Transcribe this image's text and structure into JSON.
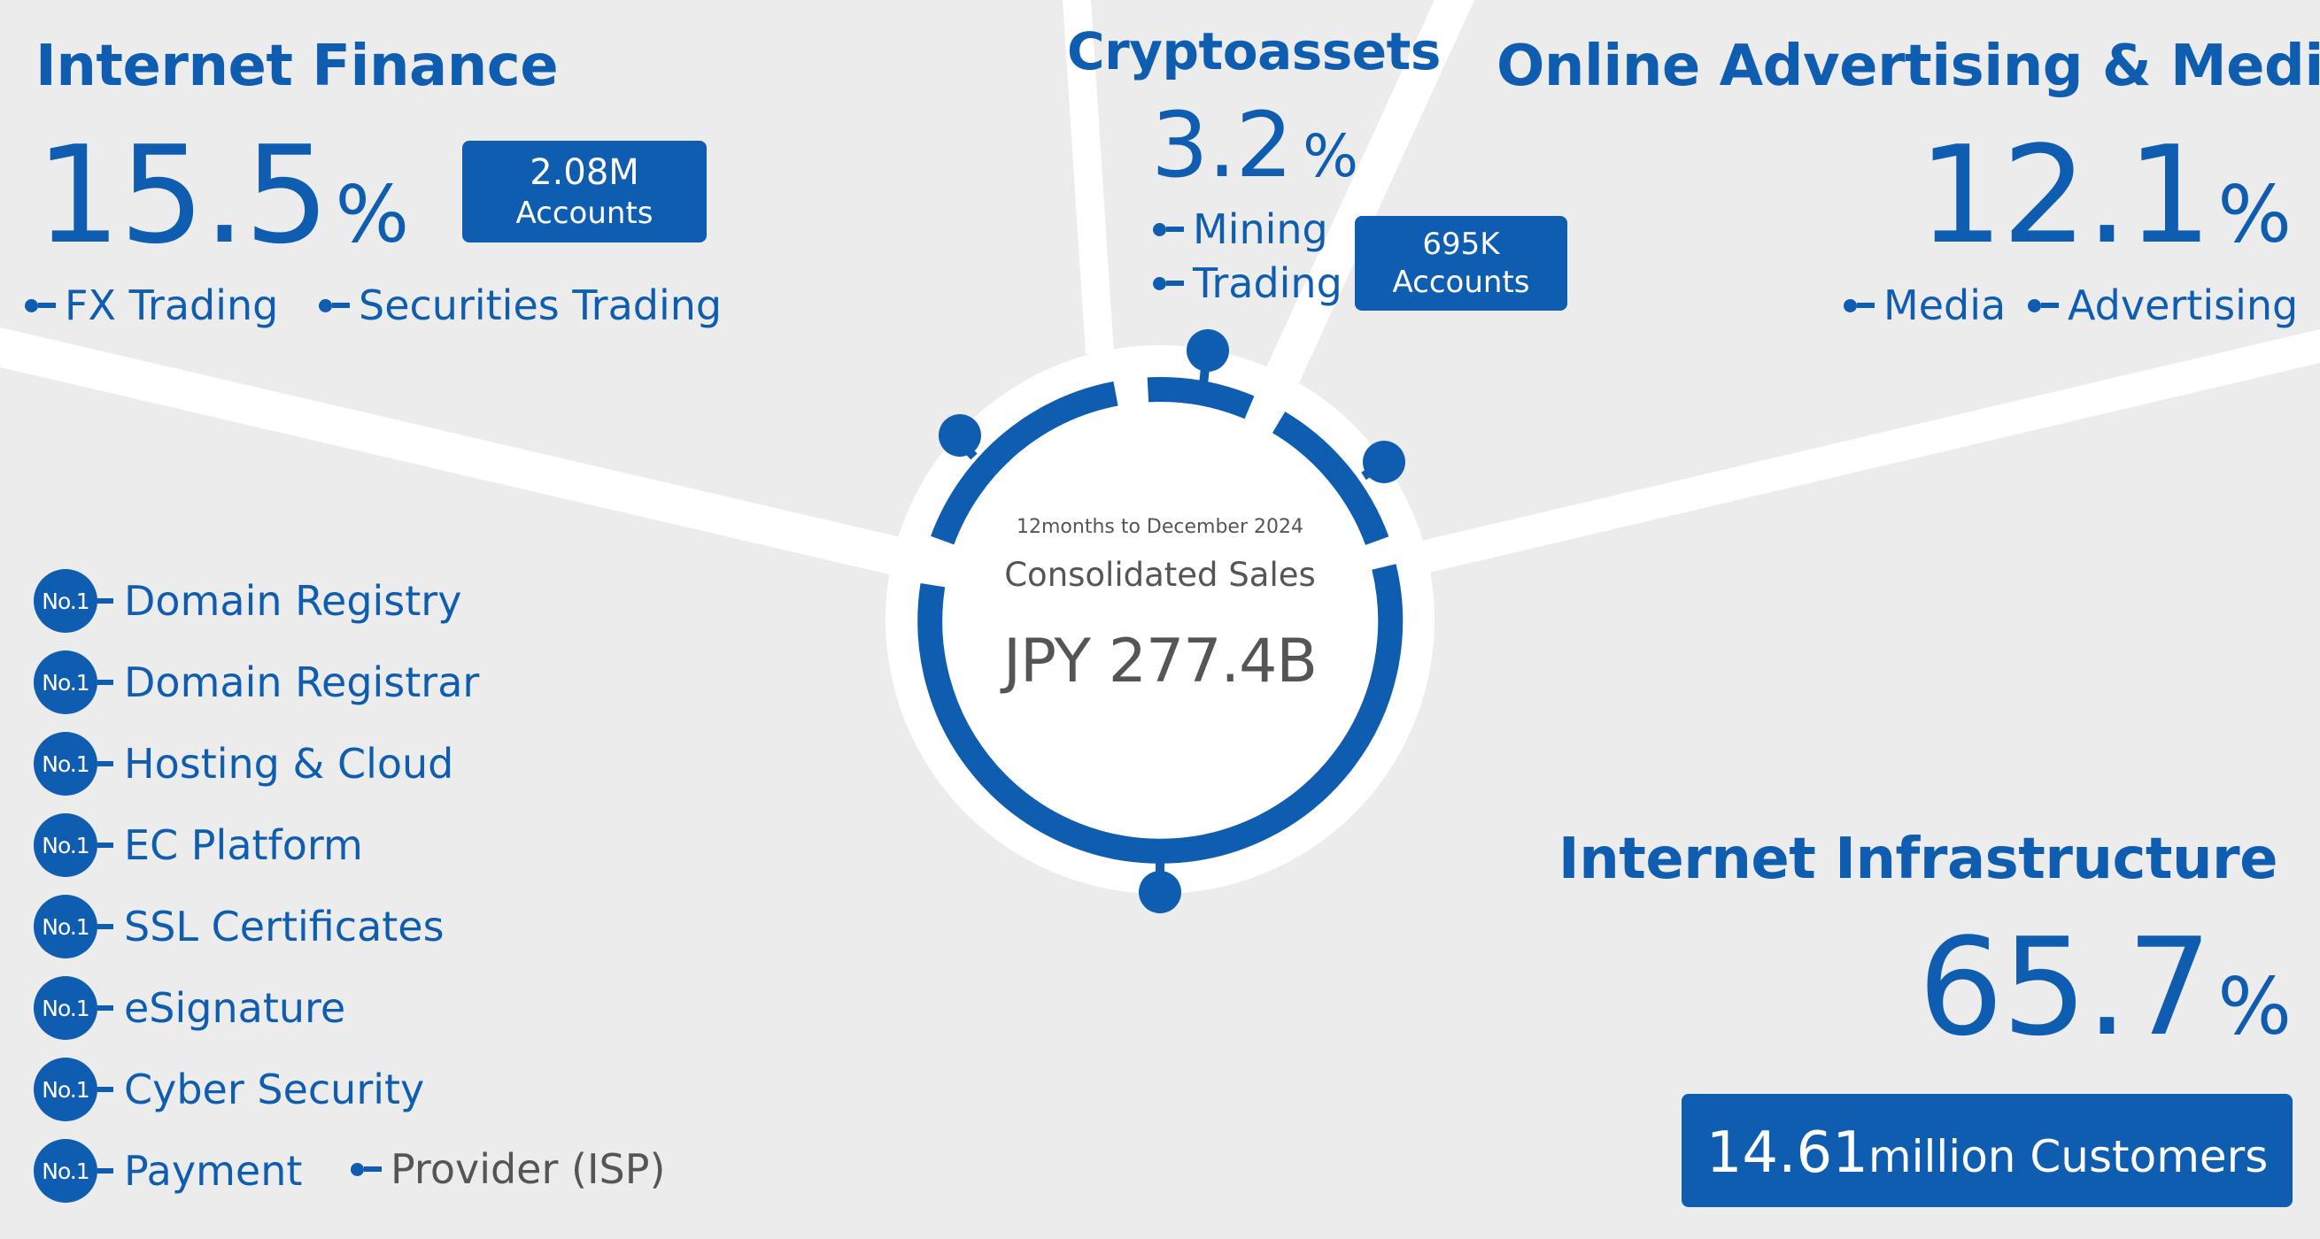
{
  "center": {
    "period": "12months to December 2024",
    "metric": "Consolidated Sales",
    "value": "JPY 277.4B"
  },
  "segments": {
    "internet_finance": {
      "title": "Internet Finance",
      "share": "15.5",
      "share_unit": "%",
      "badge_value": "2.08M",
      "badge_unit": "Accounts",
      "items": [
        "FX Trading",
        "Securities Trading"
      ]
    },
    "cryptoassets": {
      "title": "Cryptoassets",
      "share": "3.2",
      "share_unit": "%",
      "badge_value": "695K",
      "badge_unit": "Accounts",
      "items": [
        "Mining",
        "Trading"
      ]
    },
    "online_advertising": {
      "title": "Online Advertising & Media",
      "share": "12.1",
      "share_unit": "%",
      "items": [
        "Media",
        "Advertising"
      ]
    },
    "internet_infrastructure": {
      "title": "Internet Infrastructure",
      "share": "65.7",
      "share_unit": "%",
      "customers_value": "14.61",
      "customers_unit": "million Customers",
      "rank_label": "No.1",
      "items": [
        "Domain Registry",
        "Domain Registrar",
        "Hosting & Cloud",
        "EC Platform",
        "SSL Certificates",
        "eSignature",
        "Cyber Security",
        "Payment"
      ],
      "extra_item": "Provider (ISP)"
    }
  },
  "colors": {
    "brand_blue": "#0f5db1",
    "background": "#ececec",
    "divider": "#ffffff",
    "gray_text": "#555555"
  }
}
